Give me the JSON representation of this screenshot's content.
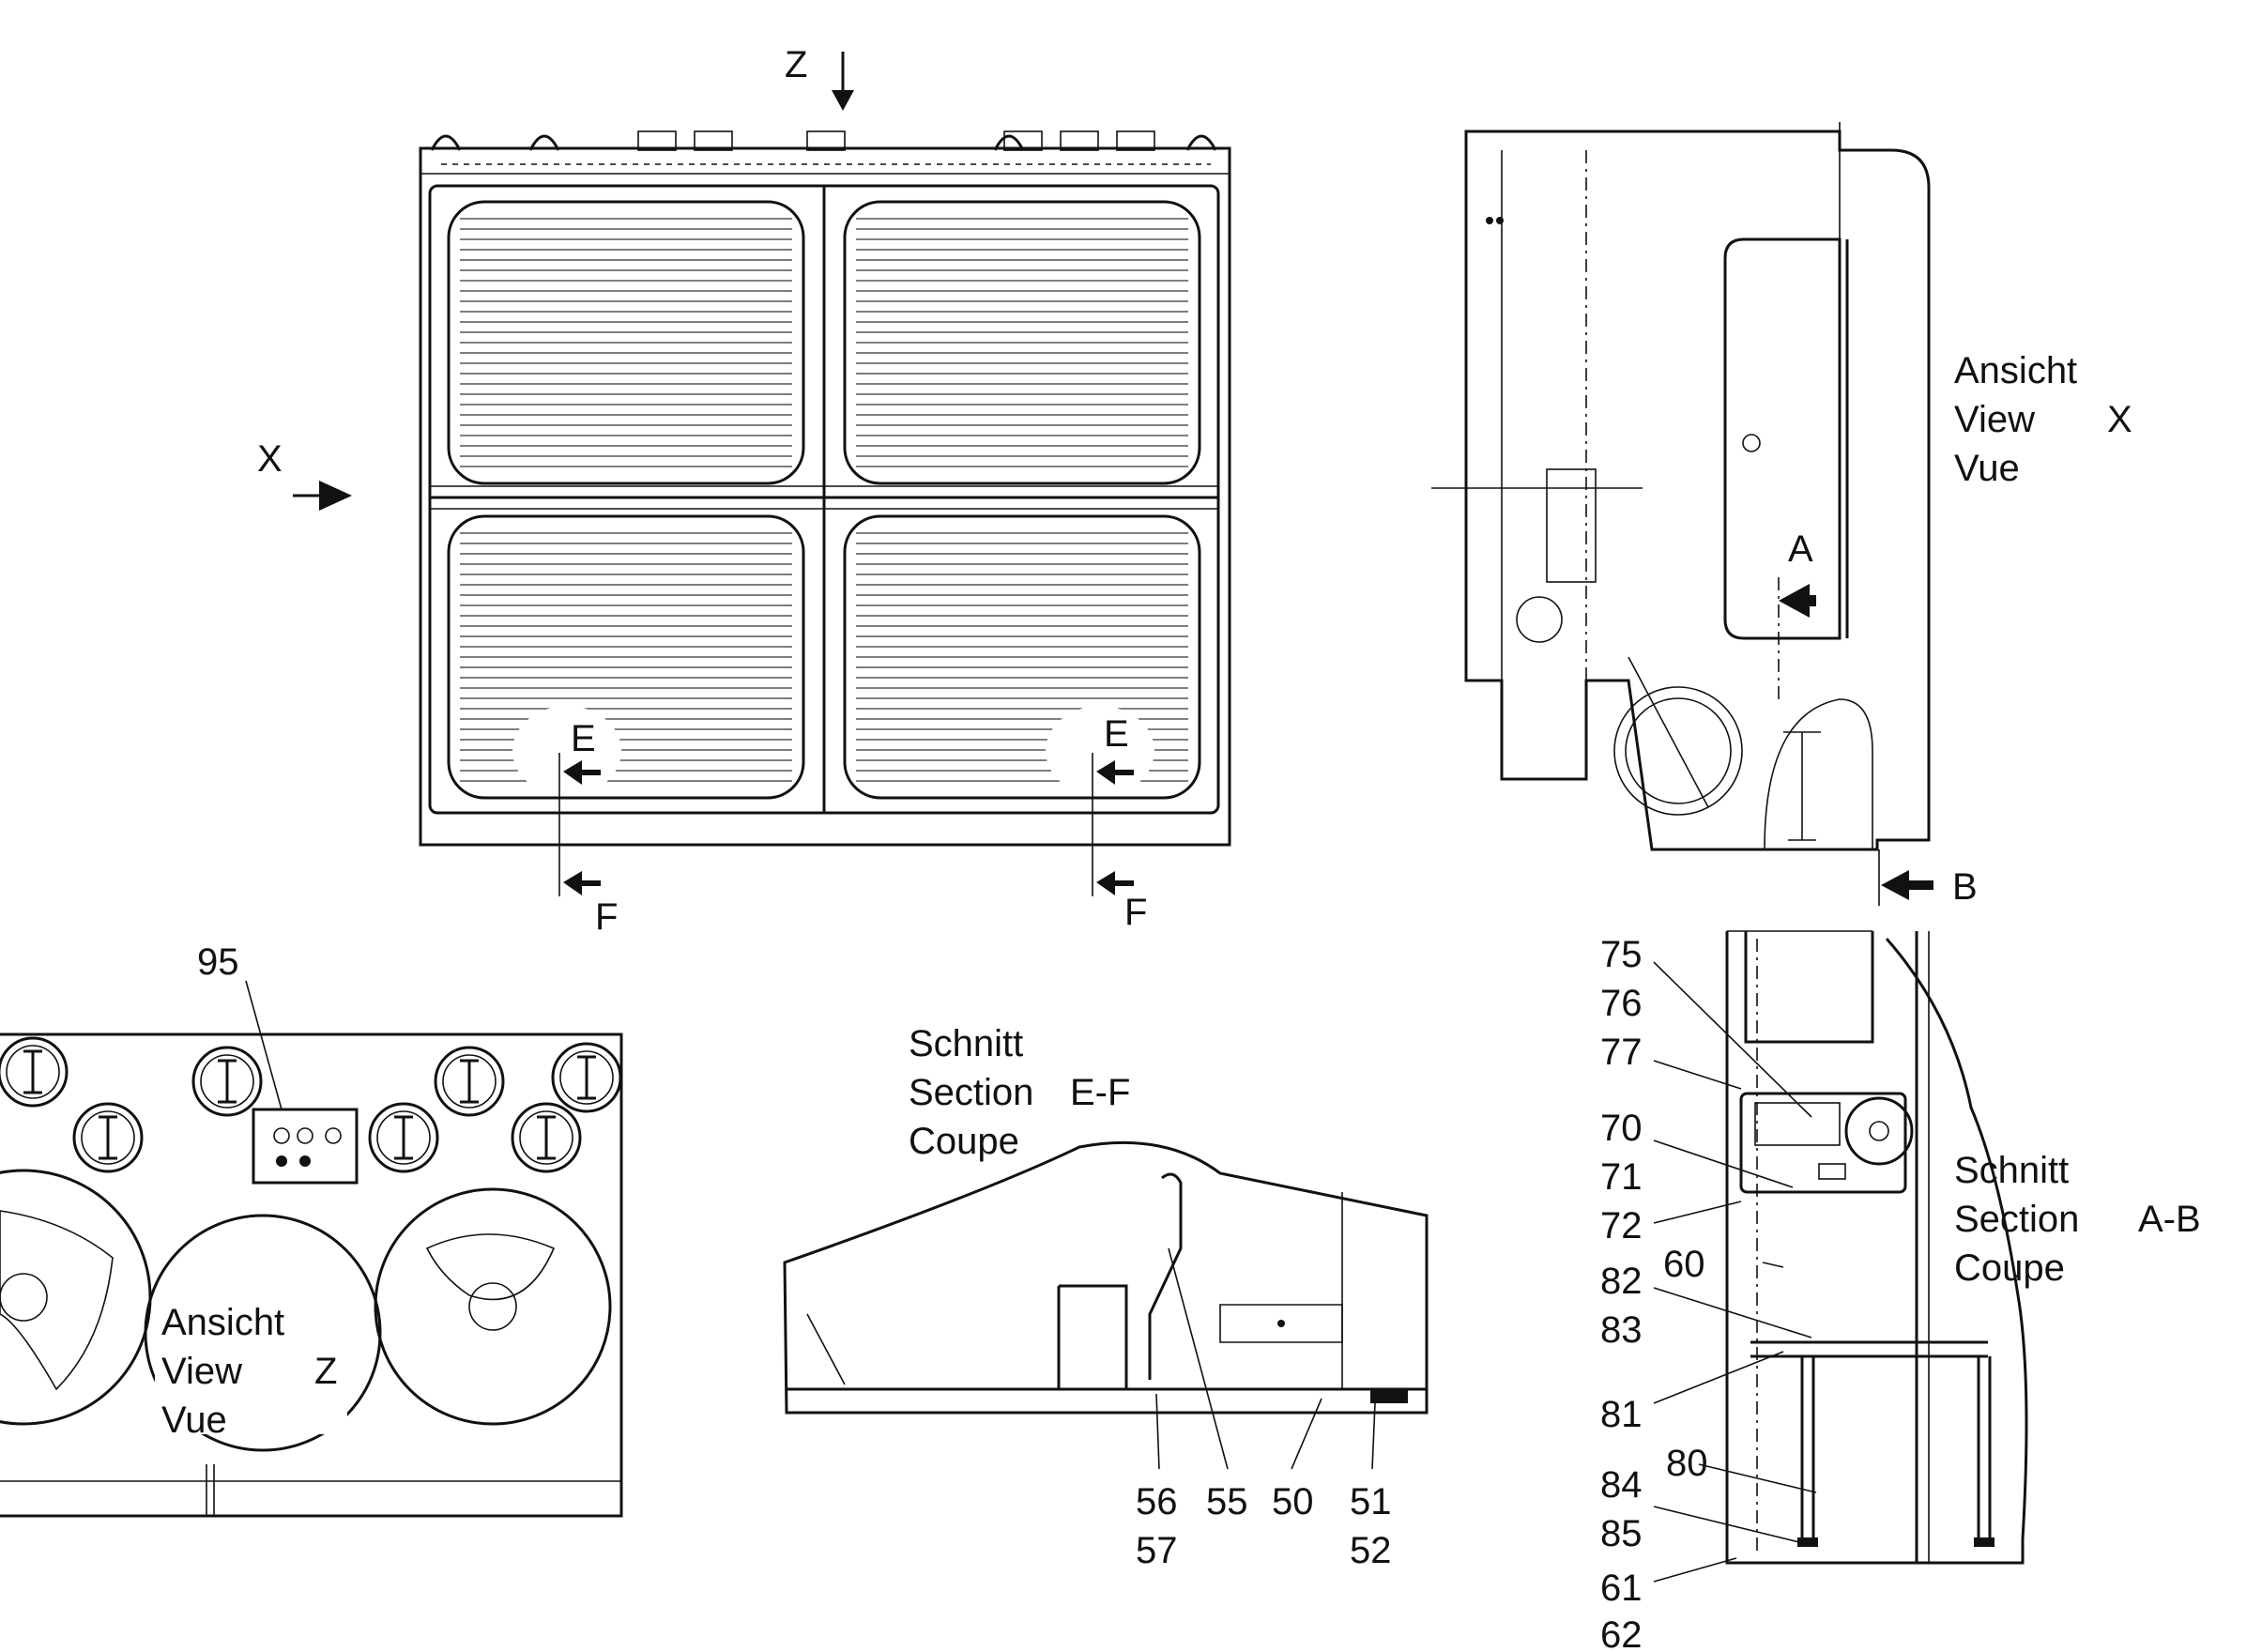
{
  "view_x": {
    "arrow_z": "Z",
    "arrow_x": "X",
    "section_marks": [
      {
        "top": "E",
        "bottom": "F"
      },
      {
        "top": "E",
        "bottom": "F"
      }
    ]
  },
  "view_right": {
    "title_lines": [
      "Ansicht",
      "View",
      "Vue"
    ],
    "view_letter": "X",
    "arrow_a": "A",
    "arrow_b": "B"
  },
  "view_z": {
    "title_lines": [
      "Ansicht",
      "View",
      "Vue"
    ],
    "view_letter": "Z",
    "callout": "95"
  },
  "section_ef": {
    "title_lines": [
      "Schnitt",
      "Section",
      "Coupe"
    ],
    "section_id": "E-F",
    "callouts": [
      {
        "top": "56",
        "bottom": "57"
      },
      {
        "top": "55",
        "bottom": ""
      },
      {
        "top": "50",
        "bottom": ""
      },
      {
        "top": "51",
        "bottom": "52"
      }
    ]
  },
  "section_ab": {
    "title_lines": [
      "Schnitt",
      "Section",
      "Coupe"
    ],
    "section_id": "A-B",
    "callouts": [
      "75",
      "76",
      "77",
      "70",
      "71",
      "72",
      "60",
      "82",
      "83",
      "81",
      "80",
      "84",
      "85",
      "61",
      "62"
    ]
  }
}
